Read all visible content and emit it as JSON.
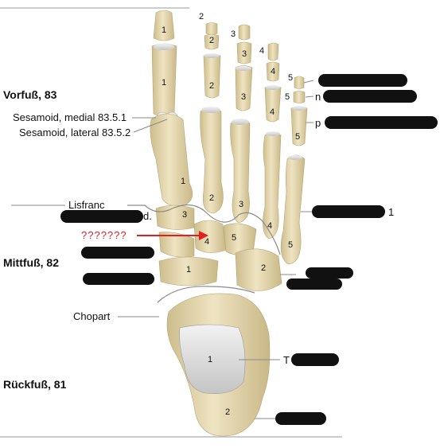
{
  "regions": {
    "forefoot": "Vorfuß, 83",
    "midfoot": "Mittfuß, 82",
    "hindfoot": "Rückfuß, 81"
  },
  "labels": {
    "sesamoid_medial": "Sesamoid, medial 83.5.1",
    "sesamoid_lateral": "Sesamoid, lateral 83.5.2",
    "lisfranc": "Lisfranc",
    "chopart": "Chopart",
    "question": "???????",
    "frag_cuneiform_suffix": "d.",
    "frag_metatarsal_suffix": "1",
    "frag_middle_phalanx_prefix": "n",
    "frag_proximal_phalanx_prefix": "p",
    "frag_talus_prefix": "T"
  },
  "bone_numbers": {
    "toe1_distal": "1",
    "toe1_proximal": "1",
    "toe2_distal": "2",
    "toe2_middle": "2",
    "toe2_proximal": "2",
    "toe3_distal": "3",
    "toe3_middle": "3",
    "toe3_proximal": "3",
    "toe4_distal": "4",
    "toe4_middle": "4",
    "toe4_proximal": "4",
    "toe5_distal": "5",
    "toe5_middle": "5",
    "toe5_proximal": "5",
    "mt1": "1",
    "mt2": "2",
    "mt3": "3",
    "mt4": "4",
    "mt5": "5",
    "cuneiform3": "3",
    "cuneiform_or_cuboid4": "4",
    "cuboid5": "5",
    "navicular1": "1",
    "bone2": "2",
    "talus": "1",
    "calcaneus": "2"
  },
  "colors": {
    "bone": "#e9dcb4",
    "bone_shade": "#c8b88a",
    "cartilage": "#dcdcdc",
    "arrow": "#e02020",
    "leader": "#8a8a8a",
    "redaction": "#111111"
  }
}
